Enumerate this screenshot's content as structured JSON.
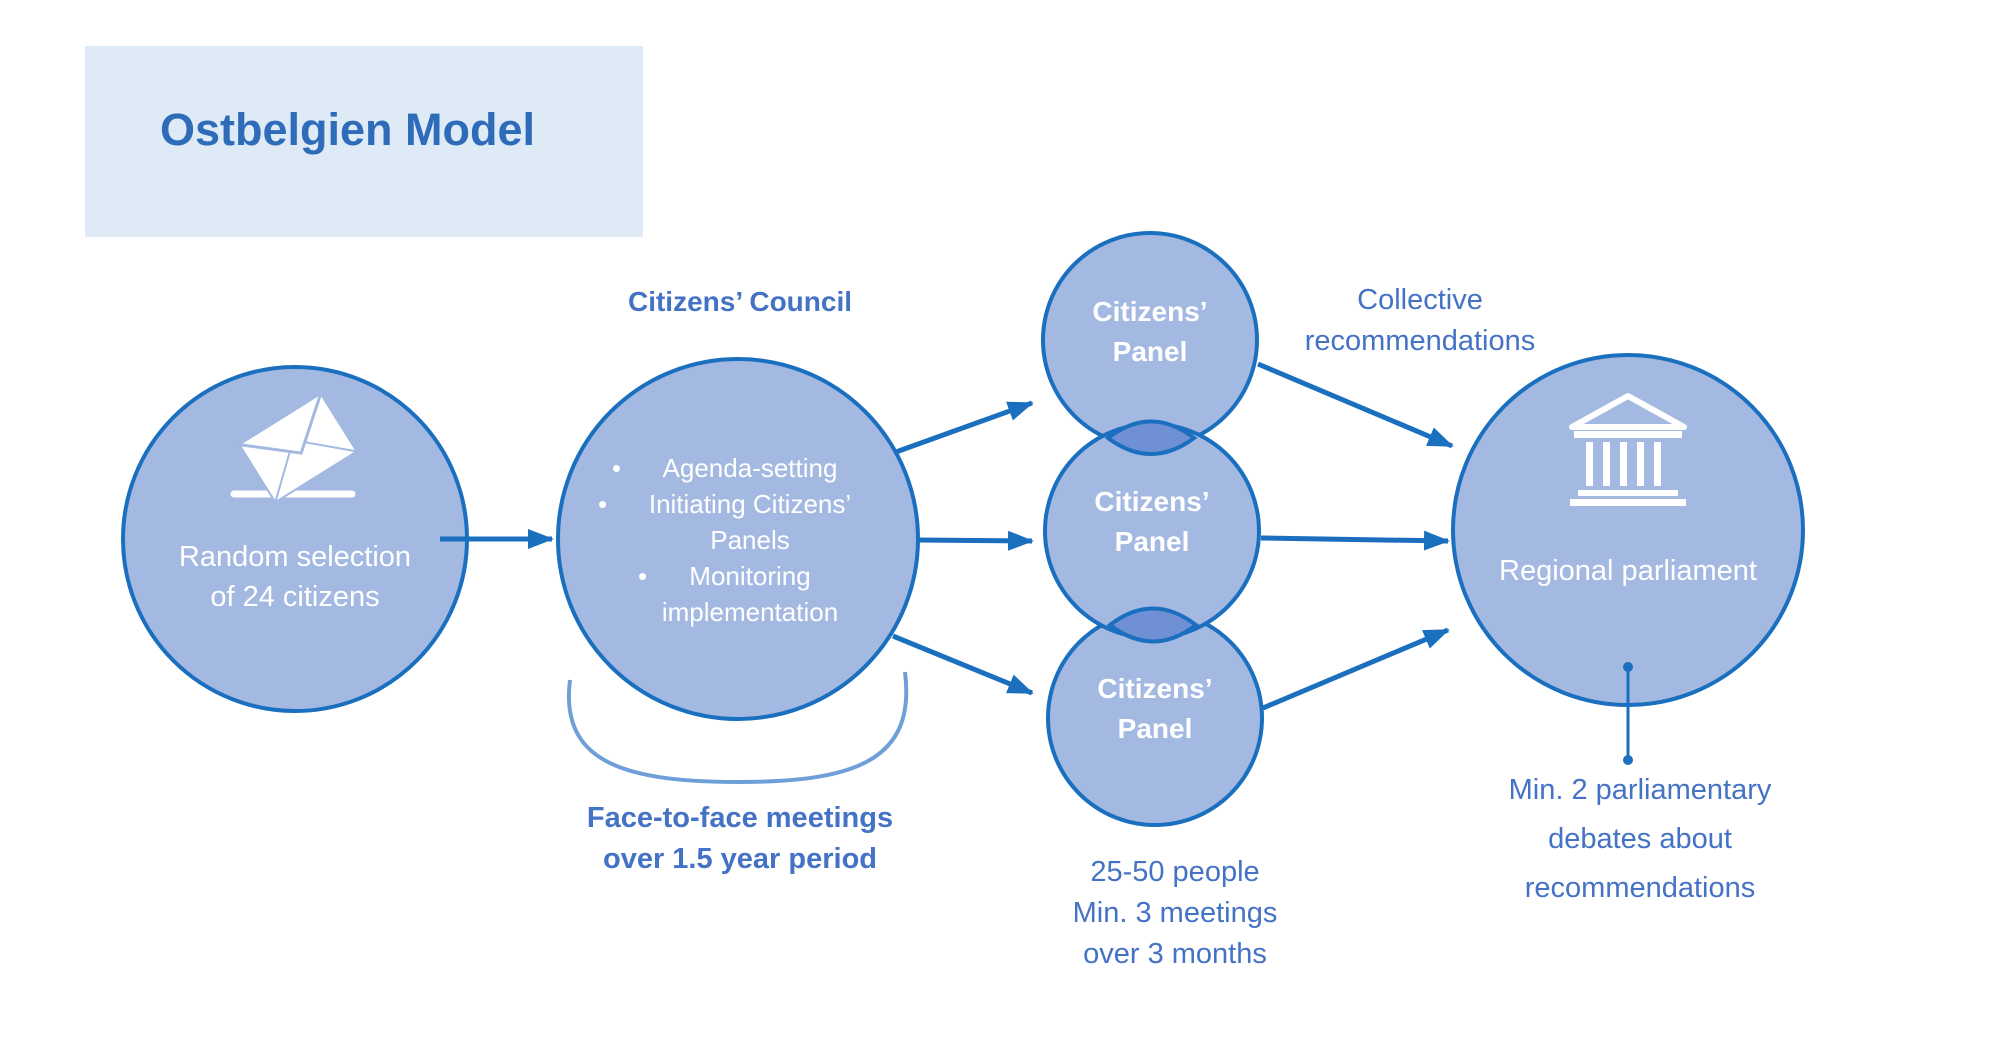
{
  "title": "Ostbelgien Model",
  "colors": {
    "circle_fill": "#a3b9e2",
    "circle_stroke": "#1b6fbf",
    "overlap_fill": "#6f90d4",
    "arrow": "#1b6fbf",
    "bracket": "#6f9fd8",
    "label_text": "#4472c4",
    "title_box": "#dfeaf7"
  },
  "selection": {
    "icon": "envelope-ballot-icon",
    "line1": "Random selection",
    "line2": "of 24 citizens"
  },
  "council": {
    "heading": "Citizens’ Council",
    "bullets": [
      {
        "text": "Agenda-setting"
      },
      {
        "text": "Initiating Citizens’"
      },
      {
        "text": "Panels"
      },
      {
        "text": "Monitoring"
      },
      {
        "text": "implementation"
      }
    ],
    "bullet_char": "•",
    "meetings_line1": "Face-to-face meetings",
    "meetings_line2": "over 1.5 year period"
  },
  "panels": {
    "items": [
      {
        "line1": "Citizens’",
        "line2": "Panel"
      },
      {
        "line1": "Citizens’",
        "line2": "Panel"
      },
      {
        "line1": "Citizens’",
        "line2": "Panel"
      }
    ],
    "info_line1": "25-50 people",
    "info_line2": "Min. 3 meetings",
    "info_line3": "over 3 months"
  },
  "recommendations": {
    "line1": "Collective",
    "line2": "recommendations"
  },
  "parliament": {
    "icon": "parliament-building-icon",
    "label": "Regional parliament",
    "debate_line1": "Min. 2 parliamentary",
    "debate_line2": "debates about",
    "debate_line3": "recommendations"
  }
}
